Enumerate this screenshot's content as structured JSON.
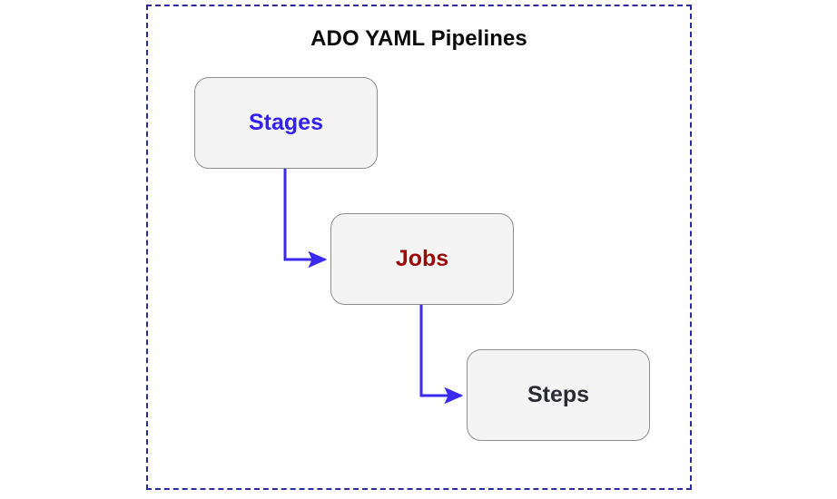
{
  "diagram": {
    "title": "ADO YAML Pipelines",
    "title_color": "#0a0a0a",
    "background_color": "#ffffff",
    "frame": {
      "style": "dashed",
      "color": "#2b2b9e"
    },
    "nodes": [
      {
        "id": "stages",
        "label": "Stages",
        "text_color": "#3322ee",
        "fill_color": "#f4f4f4",
        "border_color": "#8c8c8c",
        "shape": "rounded-rectangle"
      },
      {
        "id": "jobs",
        "label": "Jobs",
        "text_color": "#9b0a0a",
        "fill_color": "#f4f4f4",
        "border_color": "#8c8c8c",
        "shape": "rounded-rectangle"
      },
      {
        "id": "steps",
        "label": "Steps",
        "text_color": "#2b2b33",
        "fill_color": "#f4f4f4",
        "border_color": "#8c8c8c",
        "shape": "rounded-rectangle"
      }
    ],
    "edges": [
      {
        "id": "stages-to-jobs",
        "from": "stages",
        "to": "jobs",
        "style": "elbow",
        "arrow": "end",
        "color": "#3a2aee"
      },
      {
        "id": "jobs-to-steps",
        "from": "jobs",
        "to": "steps",
        "style": "elbow",
        "arrow": "end",
        "color": "#3a2aee"
      }
    ]
  }
}
